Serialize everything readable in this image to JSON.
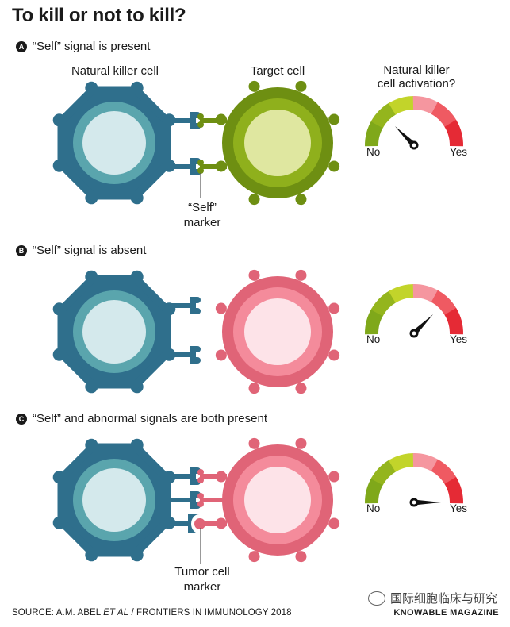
{
  "title": "To kill or not to kill?",
  "sections": [
    {
      "badge": "A",
      "heading": "“Self” signal is present"
    },
    {
      "badge": "B",
      "heading": "“Self” signal is absent"
    },
    {
      "badge": "C",
      "heading": "“Self” and abnormal signals are both present"
    }
  ],
  "labels": {
    "nk_cell": "Natural killer cell",
    "target_cell": "Target cell",
    "gauge_title_line1": "Natural killer",
    "gauge_title_line2": "cell activation?",
    "self_marker_line1": "“Self”",
    "self_marker_line2": "marker",
    "tumor_marker_line1": "Tumor cell",
    "tumor_marker_line2": "marker",
    "gauge_no": "No",
    "gauge_yes": "Yes"
  },
  "gauges": [
    {
      "level": 0.25
    },
    {
      "level": 0.75
    },
    {
      "level": 1.0
    }
  ],
  "colors": {
    "nk_dark": "#2f6f8c",
    "nk_mid": "#5aa5ad",
    "nk_light": "#d4e9ec",
    "target_green_dark": "#6e8f12",
    "target_green_mid": "#8fb01c",
    "target_green_light": "#dfe7a0",
    "target_pink_dark": "#e06477",
    "target_pink_mid": "#f48b9b",
    "target_pink_light": "#fde3e8"
  },
  "footer": {
    "source_prefix": "SOURCE: A.M. ABEL ",
    "source_italic": "ET AL",
    "source_suffix": " / FRONTIERS IN IMMUNOLOGY 2018",
    "brand": "KNOWABLE MAGAZINE",
    "watermark": "国际细胞临床与研究"
  }
}
